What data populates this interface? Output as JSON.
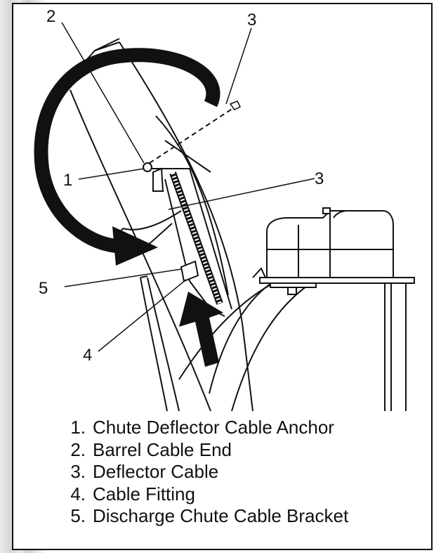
{
  "callouts": [
    {
      "id": "callout-2-top",
      "text": "2"
    },
    {
      "id": "callout-3-top",
      "text": "3"
    },
    {
      "id": "callout-1",
      "text": "1"
    },
    {
      "id": "callout-3-mid",
      "text": "3"
    },
    {
      "id": "callout-5",
      "text": "5"
    },
    {
      "id": "callout-4",
      "text": "4"
    }
  ],
  "legend": [
    {
      "num": "1.",
      "label": "Chute Deflector Cable Anchor"
    },
    {
      "num": "2.",
      "label": "Barrel Cable End"
    },
    {
      "num": "3.",
      "label": "Deflector Cable"
    },
    {
      "num": "4.",
      "label": "Cable Fitting"
    },
    {
      "num": "5.",
      "label": "Discharge Chute Cable Bracket"
    }
  ],
  "colors": {
    "line": "#111111",
    "frame": "#111111",
    "background": "#ffffff"
  }
}
